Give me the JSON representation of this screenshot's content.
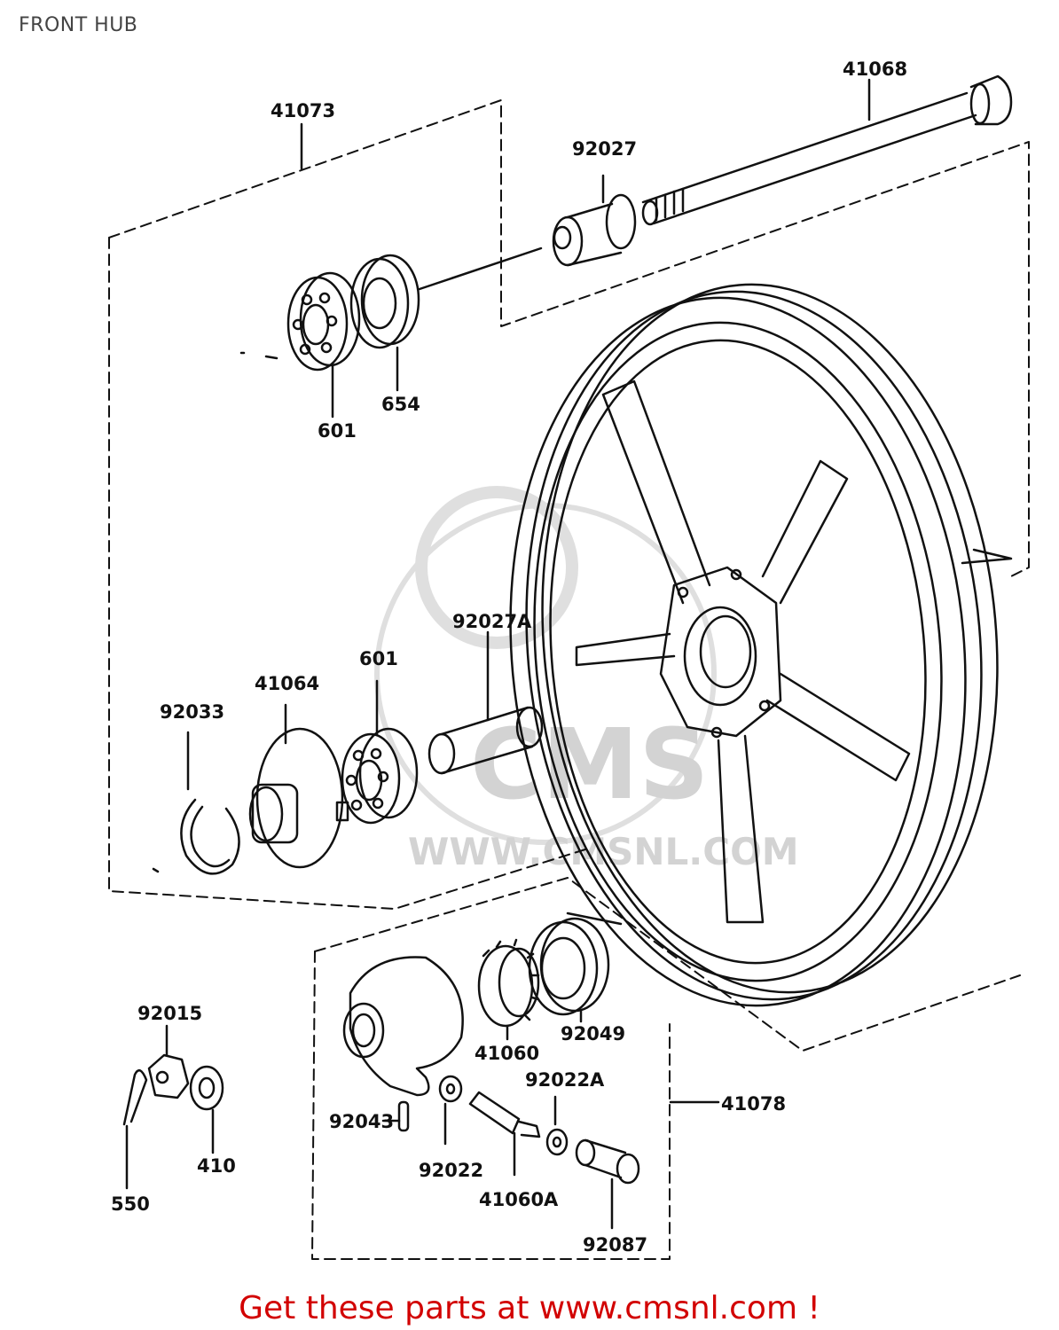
{
  "title": "FRONT HUB",
  "labels": {
    "p41068": "41068",
    "p41073": "41073",
    "p92027": "92027",
    "p654": "654",
    "p601_top": "601",
    "p92027A": "92027A",
    "p601_mid": "601",
    "p41064": "41064",
    "p92033": "92033",
    "p92015": "92015",
    "p410": "410",
    "p550": "550",
    "p41060": "41060",
    "p92049": "92049",
    "p92022A": "92022A",
    "p41078": "41078",
    "p92043": "92043",
    "p92022": "92022",
    "p41060A": "41060A",
    "p92087": "92087"
  },
  "watermark": {
    "brand": "CMS",
    "url": "WWW.CMSNL.COM"
  },
  "footer": "Get these parts at www.cmsnl.com !"
}
